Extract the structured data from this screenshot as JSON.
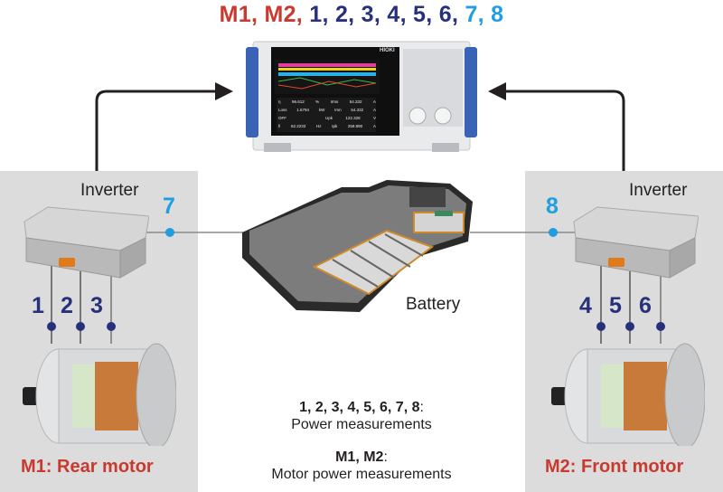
{
  "title": {
    "parts": [
      {
        "text": "M1, M2,",
        "color": "#c8392f"
      },
      {
        "text": " 1, 2, 3, 4, 5, 6,",
        "color": "#27307a"
      },
      {
        "text": " 7, 8",
        "color": "#1f9ee0"
      }
    ]
  },
  "analyzer": {
    "brand": "HIOKI",
    "readings": [
      {
        "name": "η",
        "value": "96.612",
        "unit": "%",
        "name2": "Irms",
        "value2": "54.332",
        "unit2": "A"
      },
      {
        "name": "Loss",
        "value": "1.6794",
        "unit": "kW",
        "name2": "Imn",
        "value2": "54.332",
        "unit2": "A"
      },
      {
        "name": "OFF",
        "value": "",
        "unit": "",
        "name2": "Upk",
        "value2": "122.328",
        "unit2": "V"
      },
      {
        "name": "fi",
        "value": "62.2233",
        "unit": "Hz",
        "name2": "Ipk",
        "value2": "259.890",
        "unit2": "A"
      }
    ]
  },
  "left": {
    "inverter_label": "Inverter",
    "dc_point": "7",
    "phase_points": [
      "1",
      "2",
      "3"
    ],
    "motor_label": "M1: Rear motor"
  },
  "right": {
    "inverter_label": "Inverter",
    "dc_point": "8",
    "phase_points": [
      "4",
      "5",
      "6"
    ],
    "motor_label": "M2: Front motor"
  },
  "battery": {
    "label": "Battery"
  },
  "legend": {
    "power_heading": "1, 2, 3, 4, 5, 6, 7, 8",
    "power_desc": "Power measurements",
    "motor_heading": "M1, M2",
    "motor_desc": "Motor power measurements",
    "colon": ":"
  },
  "colors": {
    "motor_red": "#c8392f",
    "phase_navy": "#27307a",
    "dc_cyan": "#1f9ee0",
    "panel_gray": "#dcdcdc",
    "arrow": "#231f20"
  }
}
